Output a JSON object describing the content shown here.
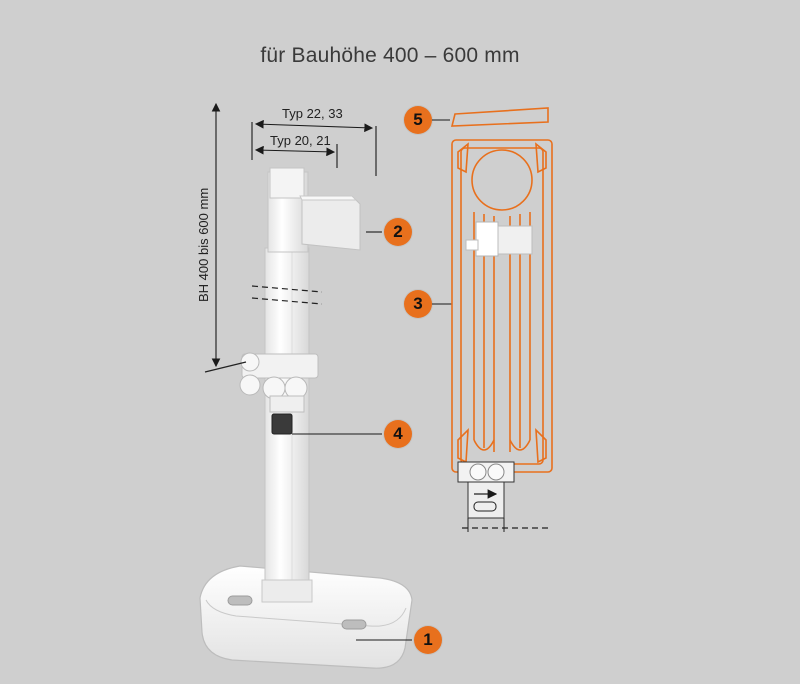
{
  "title": "für Bauhöhe 400 – 600 mm",
  "dimensions": {
    "width_label_outer": "Typ 22, 33",
    "width_label_inner": "Typ 20, 21",
    "height_label": "BH 400 bis 600 mm"
  },
  "callouts": [
    {
      "number": "1"
    },
    {
      "number": "2"
    },
    {
      "number": "3"
    },
    {
      "number": "4"
    },
    {
      "number": "5"
    }
  ],
  "colors": {
    "background": "#cfcfcf",
    "accent": "#e8701d",
    "bracket": "#f2f2f2",
    "line": "#1a1a1a"
  }
}
